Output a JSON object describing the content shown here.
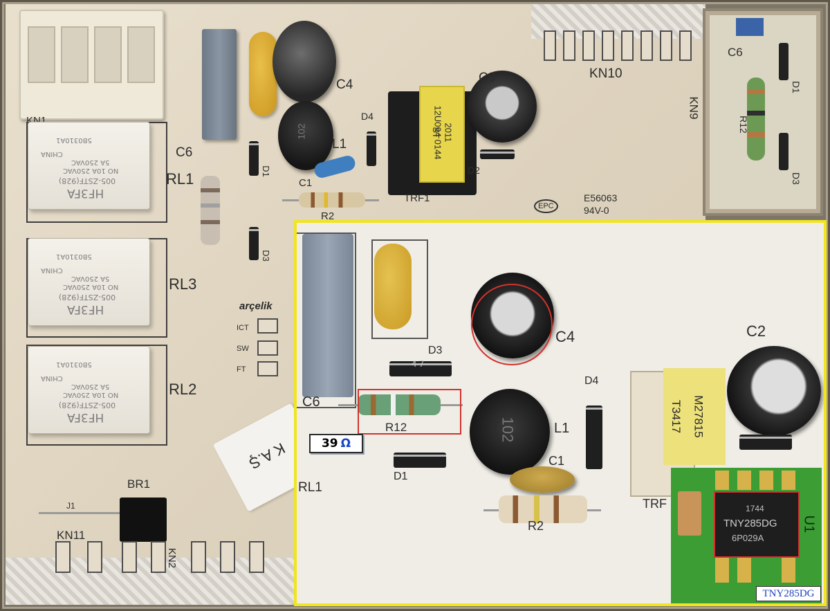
{
  "board": {
    "labels": {
      "kn1": "KN1",
      "kn10": "KN10",
      "kn9": "KN9",
      "kn11": "KN11",
      "kn2": "KN2",
      "c6": "C6",
      "c4": "C4",
      "c3": "C3",
      "c1": "C1",
      "l1": "L1",
      "d1": "D1",
      "d2": "D2",
      "d3": "D3",
      "d4": "D4",
      "r2": "R2",
      "trf1": "TRF1",
      "rl1": "RL1",
      "rl2": "RL2",
      "rl3": "RL3",
      "br1": "BR1",
      "j1": "J1",
      "ul_code": "E56063",
      "rating": "94V-0",
      "epc": "EPC",
      "brand": "arçelik",
      "ict": "ICT",
      "sw": "SW",
      "ft": "FT",
      "sticker_text": "K A.Ş"
    },
    "transformer_text": [
      "12U094 0144",
      "ST",
      "2011"
    ],
    "choke_text": "102",
    "relays": [
      {
        "model": "HF3FA",
        "part": "005-ZSTF(928)",
        "rating1": "NO 10A 250VAC",
        "rating2": "5A 250VAC",
        "origin": "CHINA",
        "code": "5B0310A1"
      },
      {
        "model": "HF3FA",
        "part": "005-ZSTF(928)",
        "rating1": "NO 10A 250VAC",
        "rating2": "5A 250VAC",
        "origin": "CHINA",
        "code": "5B0310A1"
      },
      {
        "model": "HF3FA",
        "part": "005-ZSTF(928)",
        "rating1": "NO 10A 250VAC",
        "rating2": "5A 250VAC",
        "origin": "CHINA",
        "code": "5B0310A1"
      }
    ]
  },
  "inset_top": {
    "labels": {
      "c6": "C6",
      "d1": "D1",
      "d3": "D3",
      "r12": "R12"
    }
  },
  "inset_main": {
    "labels": {
      "c6": "C6",
      "c4": "C4",
      "c2": "C2",
      "c1": "C1",
      "d1": "D1",
      "d3": "D3",
      "d4": "D4",
      "r12": "R12",
      "r2": "R2",
      "l1": "L1",
      "rl1": "RL1",
      "trf": "TRF"
    },
    "transformer_text": [
      "M27815",
      "T3417"
    ],
    "choke_text": "102",
    "diode_text": "4 7",
    "resistance_value": "39",
    "resistance_unit": "Ω"
  },
  "chip_inset": {
    "chip_lines": [
      "1744",
      "TNY285DG",
      "6P029A"
    ],
    "pcb_label": "U1",
    "caption": "TNY285DG"
  },
  "colors": {
    "inset_border": "#f1e51d",
    "highlight_box": "#d2322e",
    "caption_text": "#1d3fbf",
    "pcb_green": "#3c9d35"
  }
}
